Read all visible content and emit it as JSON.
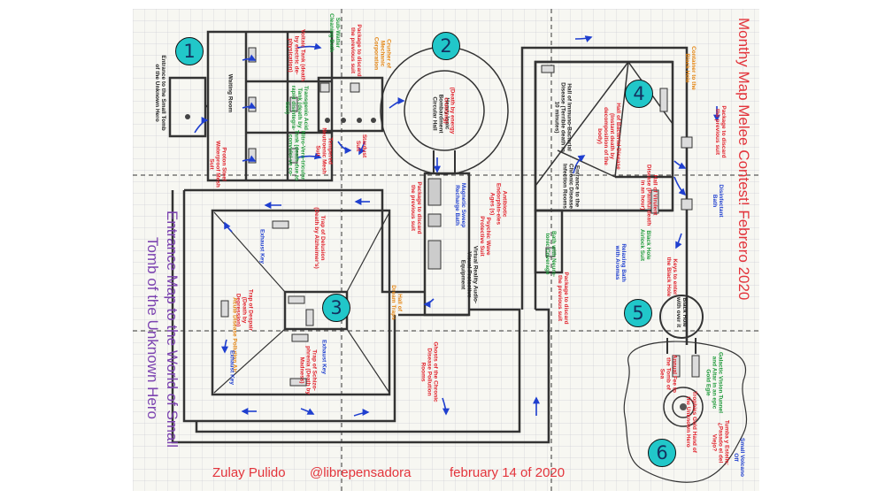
{
  "map": {
    "title_right": "Monthy Map Melee Contest! Febrero 2020",
    "title_left_line1": "Entrance Map to the World of Small",
    "title_left_line2": "Tomb of the Unknown Hero",
    "footer": {
      "author": "Zulay Pulido",
      "handle": "@librepensadora",
      "date": "february 14 of 2020"
    },
    "areas": [
      {
        "num": "1"
      },
      {
        "num": "2"
      },
      {
        "num": "3"
      },
      {
        "num": "4"
      },
      {
        "num": "5"
      },
      {
        "num": "6"
      }
    ],
    "labels": {
      "entrance": "Entrance to the Small Tomb of the Unknown Hero",
      "waiting_room": "Waiting Room",
      "proton_steel": "Proton Steel Waterproof Mesh Suit",
      "voltaic": "Voltaic Tank (death by electric de-physication)",
      "transgenic": "Transgenic Acid Tank (death by rapid disintegra-tion)",
      "nitro": "Nitro-Vern-tricular Tank (death due to convulsi-ve co-",
      "sub_water": "Sub-Watter Cleaning Bath",
      "package_discard_1": "Package to discard the previous suit",
      "tempered": "Tempered Neutroenic Mesh Suit",
      "crusher": "Crusher of Mechanic Corporation",
      "stardust": "Stardust Suit",
      "heavy_ionic": "Heavy Ionic Bombardment Circular Hall",
      "death_energy": "(Death by energy crushing)",
      "magnetic": "Magnetic Sweep Recharge Bath",
      "package_discard_2": "Package to discard the previous suit",
      "psychic_wave": "Psychic Wave Protective Suit",
      "virtual_reality": "Virtual Reality Audio-Visual Protective Equipment",
      "hall_traps": "Hall of Dream Traps",
      "trap_delusion": "Trap of Delusion (Death by Alzheimer's)",
      "exhaust_key_1": "Exhaust Key",
      "trap_despair": "Trap of Despair (Death by Depression)",
      "acute_disease": "Acute Disease Pollution Air",
      "exhaust_key_2": "Exhaust Key",
      "trap_schizo": "Trap of Schizo-phrenia (Death by Madness)",
      "exhaust_key_3": "Exhaust Key",
      "ghosts": "Ghosts of the Chronic Disease Pollution Rooms",
      "antibiotic": "Antibiotic Endorphin-eles Ages (s)",
      "chronic_entrance": "Entrance to the Chronic Disease Infection Rooms",
      "bath_neuro": "Bath with Neuro-tonic Coverage",
      "package_discard_3": "Package to discard the previous suit",
      "bacterial_hall": "Hall of Immuno-Bacterial Disease (Terrible death in 10 minutes)",
      "bacterial_disease": "Hall of Bacterial Disease (Instant death by decomposition of the body)",
      "virulent": "Hall of Virulent Disease (Painful death in an hour)",
      "container": "Container to the Black Hole",
      "package_discard_4": "Package to discard the previous suit",
      "disinfectant": "Disinfectant Bath",
      "relaxing": "Relaxing Bath with Aromas",
      "black_hole_airlock": "Black Hole Airlock Suit",
      "keys_black_hole": "Keys to enter the Black Hole",
      "black_hole_with": "Black Hole with over it",
      "annual_fee": "Annual Fee to the Tomb of Sea",
      "galactic_vision": "Galactic Vision Tunnel and Altar in an epic Gold Egle",
      "trophies": "Trophies Gold Hand of the Unknown Hero",
      "tumba": "Tumba y Estelle: ¿Pasado el del Viejo?",
      "small_volcano": "Small Volcano Off"
    }
  },
  "colors": {
    "accent_red": "#e3343b",
    "accent_purple": "#7c43b0",
    "badge_teal": "#21c7c9",
    "arrow_blue": "#1f3fcf",
    "label_green": "#1f9a3a",
    "label_orange": "#e38412"
  }
}
